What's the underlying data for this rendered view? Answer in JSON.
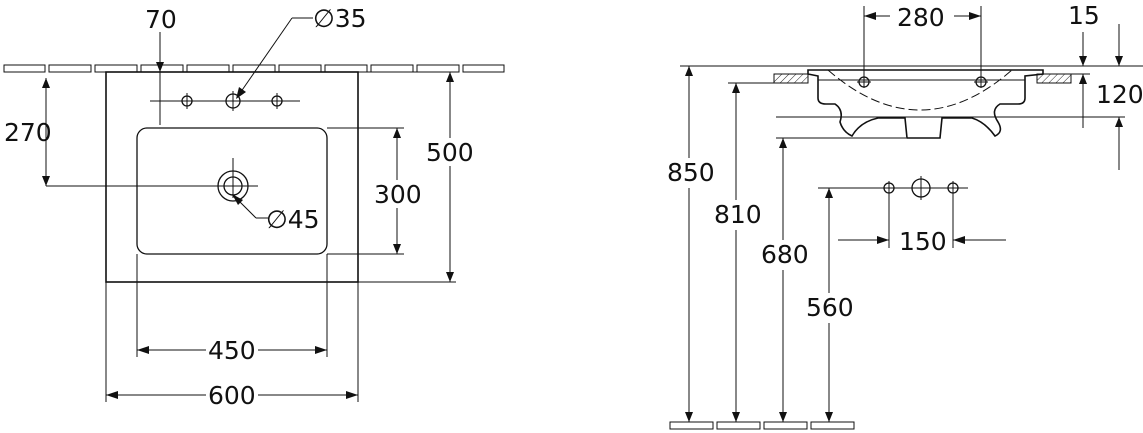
{
  "top_view": {
    "dim_70": "70",
    "dim_diam35": "∅35",
    "dim_270": "270",
    "dim_diam45": "∅45",
    "dim_300": "300",
    "dim_500": "500",
    "dim_450": "450",
    "dim_600": "600"
  },
  "side_view": {
    "dim_280": "280",
    "dim_15": "15",
    "dim_120": "120",
    "dim_850": "850",
    "dim_810": "810",
    "dim_680": "680",
    "dim_150": "150",
    "dim_560": "560"
  }
}
